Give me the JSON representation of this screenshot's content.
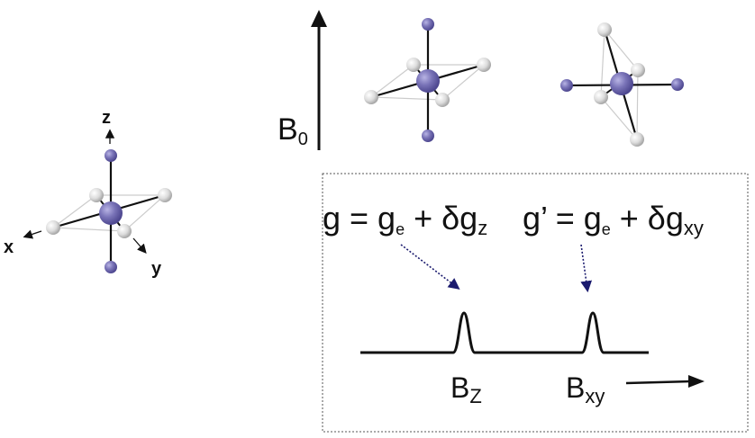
{
  "axes": {
    "z": "z",
    "x": "x",
    "y": "y"
  },
  "field": {
    "label": "B",
    "sub": "0"
  },
  "equations": {
    "parallel": {
      "g": "g",
      "eq": " = g",
      "e": "e",
      "plus": " + δg",
      "sub": "z"
    },
    "perpendicular": {
      "g": "g’",
      "eq": " = g",
      "e": "e",
      "plus": " + δg",
      "sub": "xy"
    }
  },
  "spectrum": {
    "peak1": {
      "label": "B",
      "sub": "Z"
    },
    "peak2": {
      "label": "B",
      "sub": "xy"
    }
  },
  "colors": {
    "metal": "#7a74b8",
    "ligand_axial": "#6b66b0",
    "ligand_equatorial": "#d8d8d8"
  }
}
